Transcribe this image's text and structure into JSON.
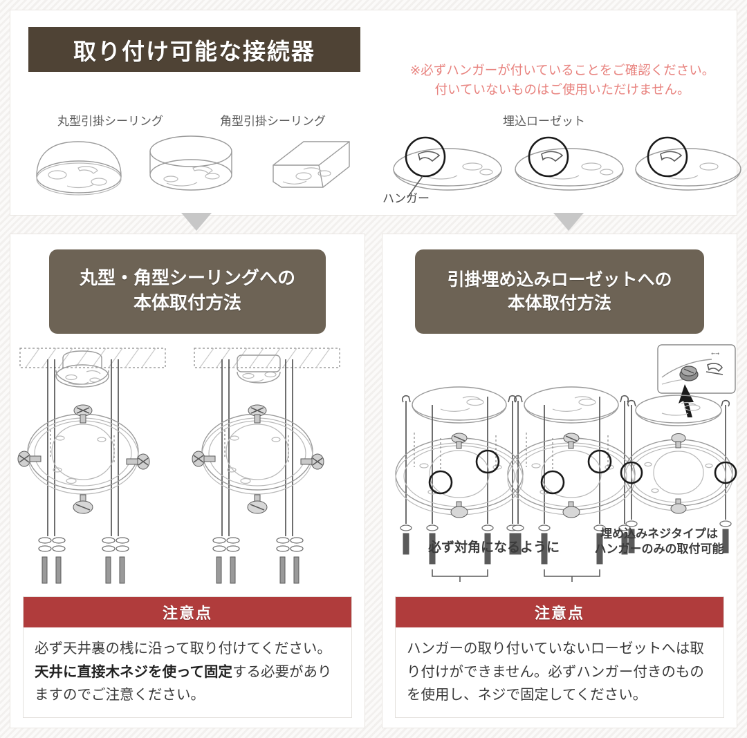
{
  "header": {
    "banner_title": "取り付け可能な接続器",
    "banner_bg": "#4f4335",
    "warning_line1": "※必ずハンガーが付いていることをご確認ください。",
    "warning_line2": "付いていないものはご使用いただけません。",
    "warning_color": "#e8837f"
  },
  "connectors": {
    "label_round": "丸型引掛シーリング",
    "label_square": "角型引掛シーリング",
    "label_rosette": "埋込ローゼット",
    "hanger_callout": "ハンガー"
  },
  "panels": [
    {
      "title_line1": "丸型・角型シーリングへの",
      "title_line2": "本体取付方法",
      "title_bg": "#6d6355",
      "caution": {
        "heading": "注意点",
        "heading_bg": "#b03c3c",
        "text_plain1": "必ず天井裏の桟に沿って取り付けてください。",
        "text_bold": "天井に直接木ネジを使って固定",
        "text_plain2": "する必要がありますのでご注意ください。"
      }
    },
    {
      "title_line1": "引掛埋め込みローゼットへの",
      "title_line2": "本体取付方法",
      "title_bg": "#6d6355",
      "diagram_note_diagonal": "必ず対角になるように",
      "diagram_note_embed_line1": "埋め込みネジタイプは",
      "diagram_note_embed_line2": "ハンガーのみの取付可能",
      "caution": {
        "heading": "注意点",
        "heading_bg": "#b03c3c",
        "text": "ハンガーの取り付いていないローゼットへは取り付けができません。必ずハンガー付きのものを使用し、ネジで固定してください。"
      }
    }
  ]
}
